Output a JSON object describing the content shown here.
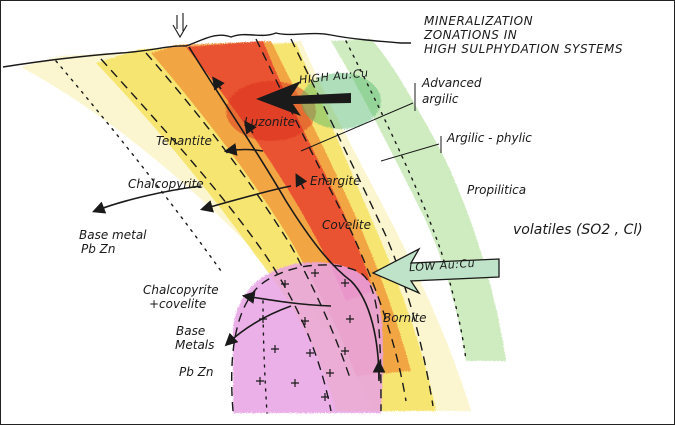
{
  "title": {
    "line1": "MINERALIZATION",
    "line2": "ZONATIONS IN",
    "line3": "HIGH SULPHYDATION SYSTEMS"
  },
  "arrows": {
    "high": "HIGH Au:Cu",
    "low": "LOW Au:Cu"
  },
  "minerals": {
    "luzonite": "Luzonite",
    "tenantite": "Tenantite",
    "chalcopyrite": "Chalcopyrite",
    "enargite": "Enargite",
    "covelite": "Covelite",
    "bornite": "Bornite",
    "chalco_cov_1": "Chalcopyrite",
    "chalco_cov_2": "+covelite"
  },
  "zones": {
    "advanced_1": "Advanced",
    "advanced_2": "argilic",
    "argilic_phylic": "Argilic - phylic",
    "propilitica": "Propilitica"
  },
  "base_metal_upper": {
    "line1": "Base metal",
    "line2": "Pb Zn"
  },
  "base_metals_lower": {
    "line1": "Base",
    "line2": "Metals",
    "line3": "Pb Zn"
  },
  "volatiles": "volatiles (SO2 , Cl)",
  "colors": {
    "red_core": "#e8452f",
    "orange": "#f29a3a",
    "yellow": "#f7e25a",
    "pale_yellow": "#f8f0a8",
    "green": "#7fd08a",
    "pink_intrusion": "#e9a3e6",
    "ink": "#1a1a1a"
  }
}
